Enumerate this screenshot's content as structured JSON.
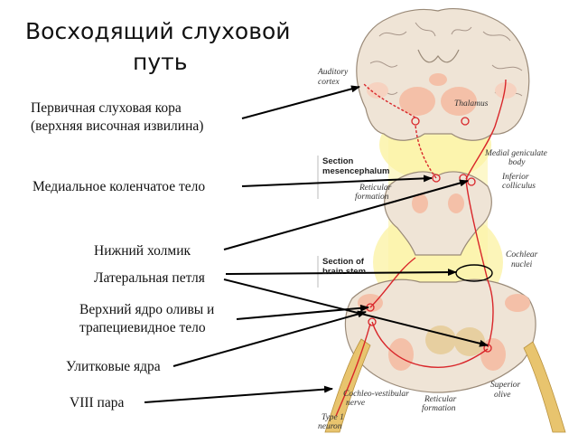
{
  "title": {
    "line1": "Восходящий слуховой",
    "line2": "путь"
  },
  "callouts": {
    "primary_cortex_line1": "Первичная слуховая кора",
    "primary_cortex_line2": "(верхняя височная извилина)",
    "medial_geniculate": "Медиальное коленчатое тело",
    "inferior_colliculus": "Нижний холмик",
    "lateral_lemniscus": "Латеральная петля",
    "superior_olive_line1": "Верхний ядро оливы и",
    "superior_olive_line2": "трапециевидное тело",
    "cochlear_nuclei": "Улитковые ядра",
    "nerve_viii": "VIII пара"
  },
  "figure_labels": {
    "auditory_cortex_1": "Auditory",
    "auditory_cortex_2": "cortex",
    "thalamus": "Thalamus",
    "medial_geniculate_1": "Medial geniculate",
    "medial_geniculate_2": "body",
    "section_mes_1": "Section",
    "section_mes_2": "mesencephalum",
    "inferior_colliculus_1": "Inferior",
    "inferior_colliculus_2": "colliculus",
    "reticular_1": "Reticular",
    "reticular_2": "formation",
    "section_stem_1": "Section of",
    "section_stem_2": "brain stem",
    "cochlear_nuclei_1": "Cochlear",
    "cochlear_nuclei_2": "nuclei",
    "superior_olive_1": "Superior",
    "superior_olive_2": "olive",
    "cochleo_vestibular_1": "Cochleo-vestibular",
    "cochleo_vestibular_2": "nerve",
    "reticular_bottom_1": "Reticular",
    "reticular_bottom_2": "formation",
    "type1_neuron_1": "Type 1",
    "type1_neuron_2": "neuron"
  },
  "colors": {
    "cortex": "#efe4d6",
    "cortex_outline": "#9a8a78",
    "nuclei": "#f4c0a8",
    "glow": "#fbf3a8",
    "pathway": "#d9262a",
    "arrow": "#000000",
    "nerve": "#e8c46e"
  }
}
